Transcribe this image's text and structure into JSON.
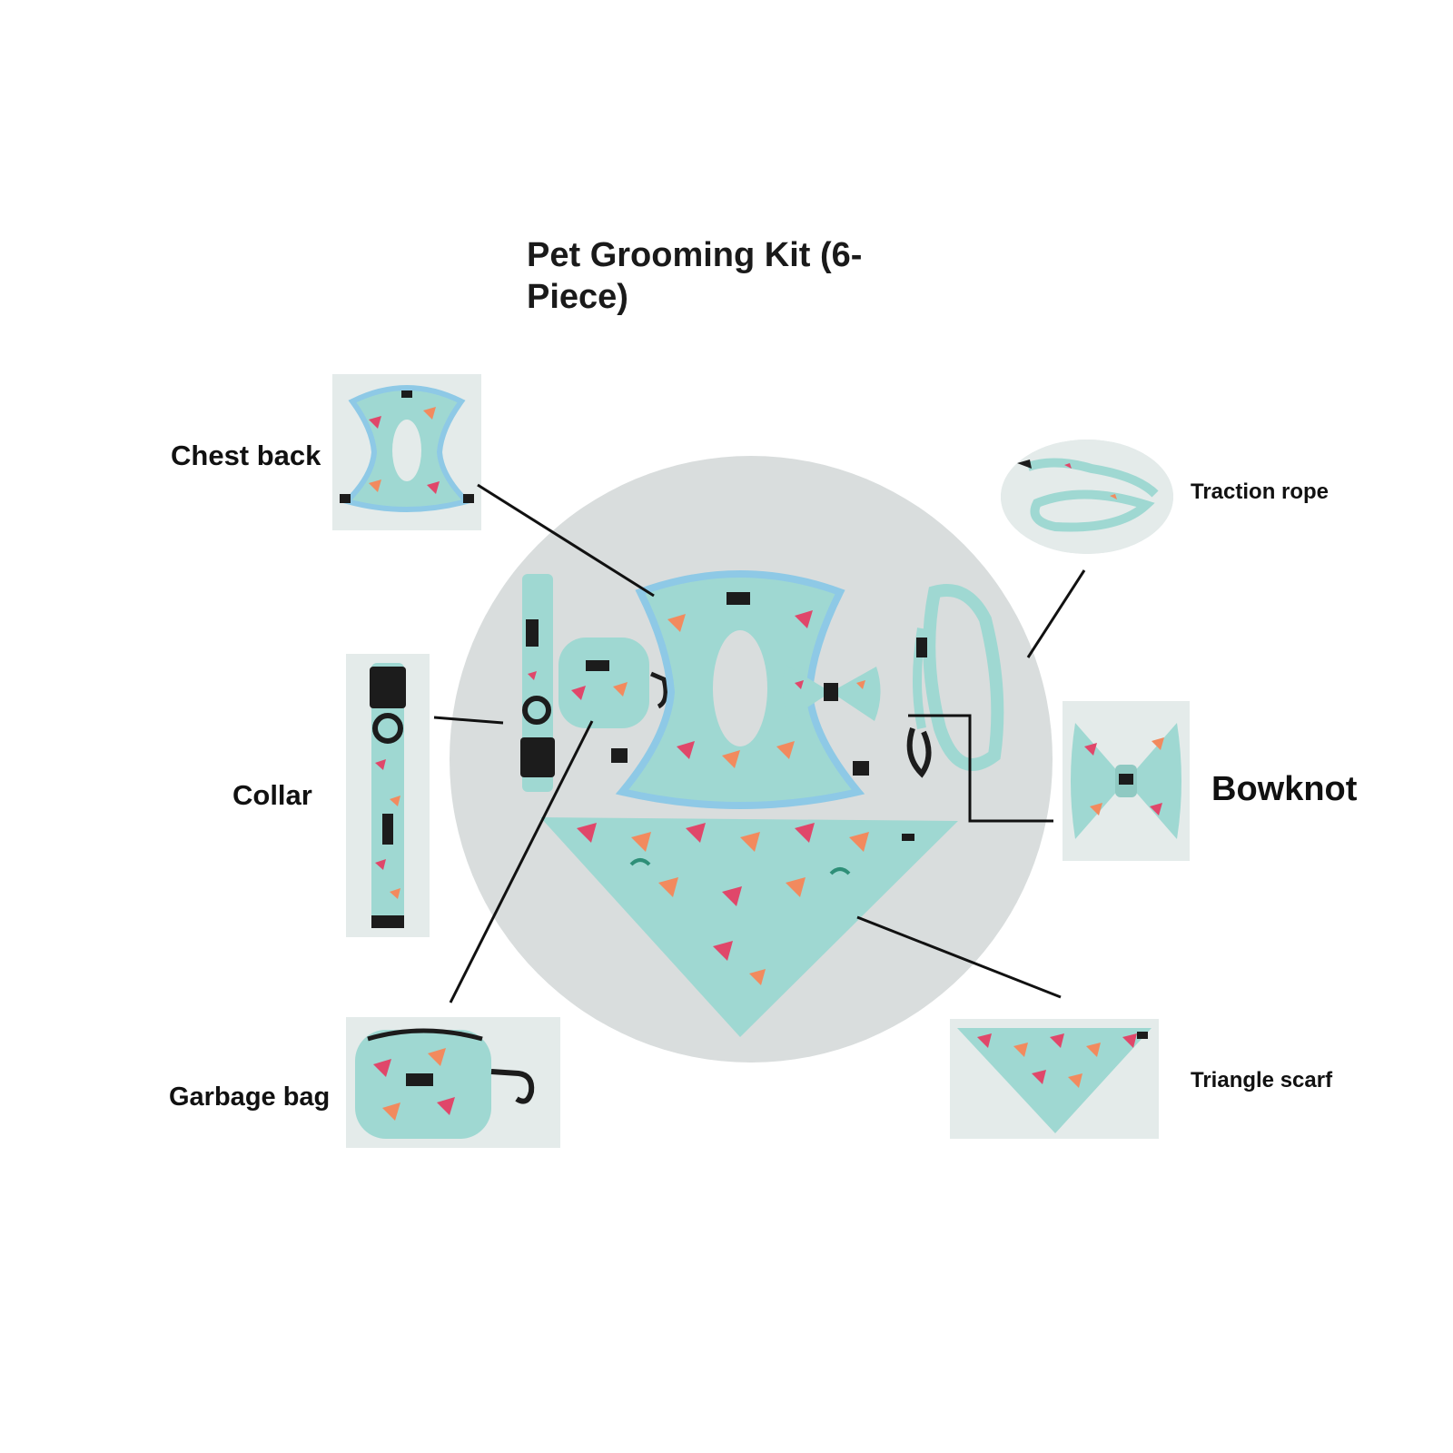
{
  "title": "Pet Grooming Kit (6-Piece)",
  "labels": {
    "chest_back": "Chest back",
    "collar": "Collar",
    "garbage_bag": "Garbage bag",
    "traction_rope": "Traction rope",
    "bowknot": "Bowknot",
    "triangle_scarf": "Triangle scarf"
  },
  "colors": {
    "fabric": "#9fd8d2",
    "trim": "#8ec9e6",
    "melon_red": "#e0476a",
    "melon_orange": "#f28a5e",
    "rind_green": "#2e8f78",
    "hardware": "#1c1c1c",
    "backdrop": "#d9dddd"
  },
  "icons": [
    "harness-icon",
    "collar-icon",
    "pouch-icon",
    "leash-icon",
    "bowtie-icon",
    "bandana-icon"
  ]
}
